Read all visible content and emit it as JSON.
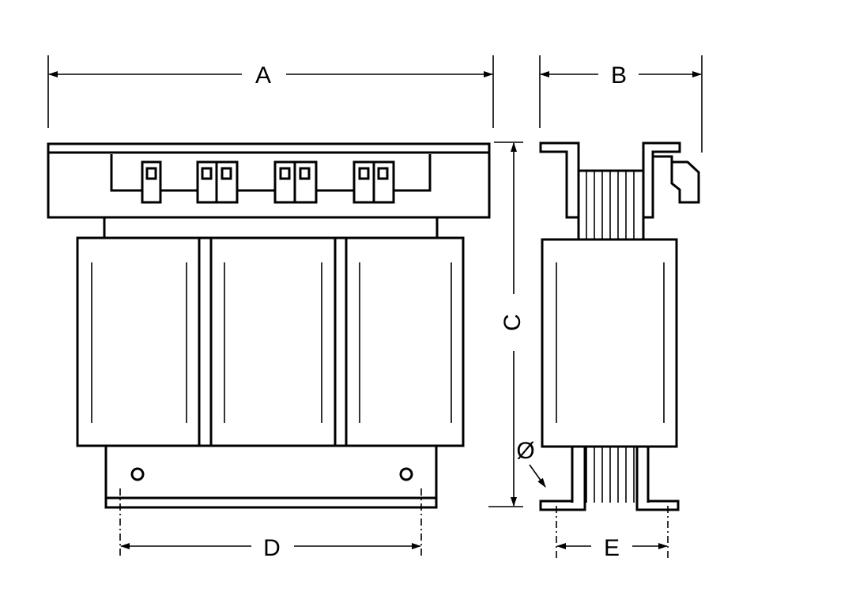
{
  "dimensions": {
    "a": "A",
    "b": "B",
    "c": "C",
    "d": "D",
    "e": "E",
    "diameter": "Ø"
  }
}
